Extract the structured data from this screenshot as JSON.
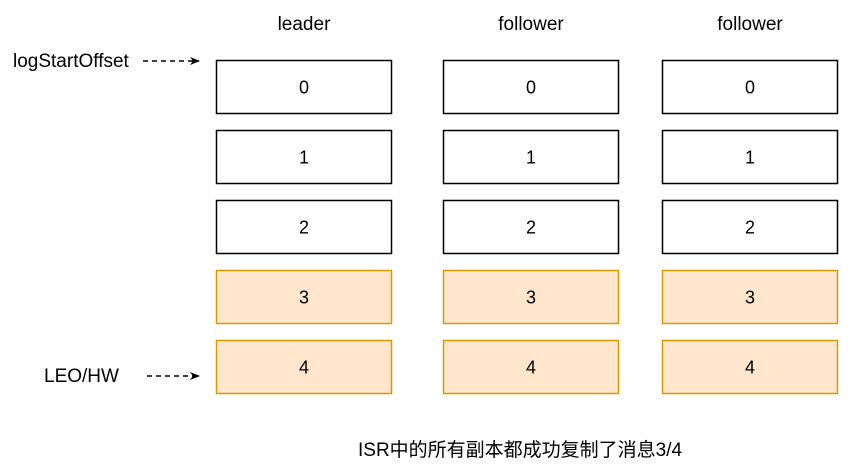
{
  "columns": [
    {
      "title": "leader",
      "cells": [
        "0",
        "1",
        "2",
        "3",
        "4"
      ]
    },
    {
      "title": "follower",
      "cells": [
        "0",
        "1",
        "2",
        "3",
        "4"
      ]
    },
    {
      "title": "follower",
      "cells": [
        "0",
        "1",
        "2",
        "3",
        "4"
      ]
    }
  ],
  "labels": {
    "log_start_offset": "logStartOffset",
    "leo_hw": "LEO/HW"
  },
  "caption": "ISR中的所有副本都成功复制了消息3/4",
  "colors": {
    "committed_fill": "#ffe6cc",
    "committed_stroke": "#d79b00",
    "normal_fill": "#ffffff",
    "normal_stroke": "#000000"
  },
  "highlighted_offsets": [
    "3",
    "4"
  ]
}
